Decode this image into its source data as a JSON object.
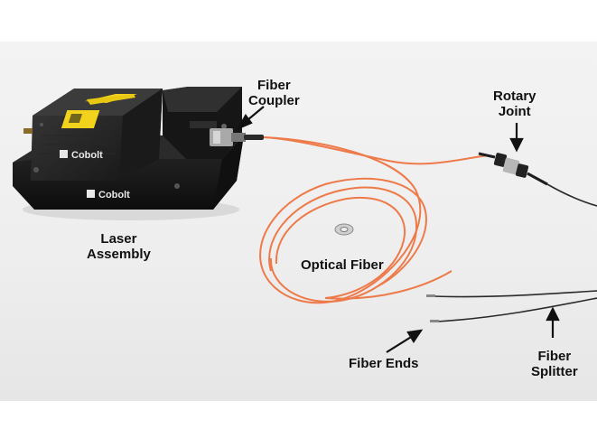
{
  "labels": {
    "fiber_coupler": [
      "Fiber",
      "Coupler"
    ],
    "rotary_joint": [
      "Rotary",
      "Joint"
    ],
    "laser_assembly": [
      "Laser",
      "Assembly"
    ],
    "optical_fiber": "Optical Fiber",
    "fiber_ends": "Fiber Ends",
    "fiber_splitter": [
      "Fiber",
      "Splitter"
    ]
  },
  "brand": {
    "logo_text": "Cobolt"
  },
  "colors": {
    "background": "#f1f1f1",
    "housing": "#1c1c1c",
    "fiber": "#ee7a4a",
    "warning_label": "#f2d21c",
    "cable": "#2a2a2a"
  }
}
